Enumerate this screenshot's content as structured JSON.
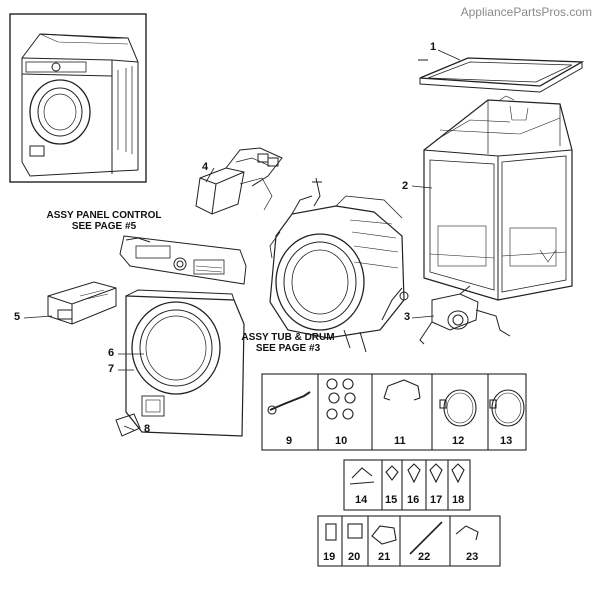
{
  "watermark": "AppliancePartsPros.com",
  "notes": {
    "panel": [
      "ASSY PANEL CONTROL",
      "SEE PAGE #5"
    ],
    "tub": [
      "ASSY TUB & DRUM",
      "SEE PAGE #3"
    ]
  },
  "callouts": [
    "1",
    "2",
    "3",
    "4",
    "5",
    "6",
    "7",
    "8"
  ],
  "parts_row1": [
    "9",
    "10",
    "11",
    "12",
    "13"
  ],
  "parts_row2": [
    "14",
    "15",
    "16",
    "17",
    "18"
  ],
  "parts_row3": [
    "19",
    "20",
    "21",
    "22",
    "23"
  ]
}
